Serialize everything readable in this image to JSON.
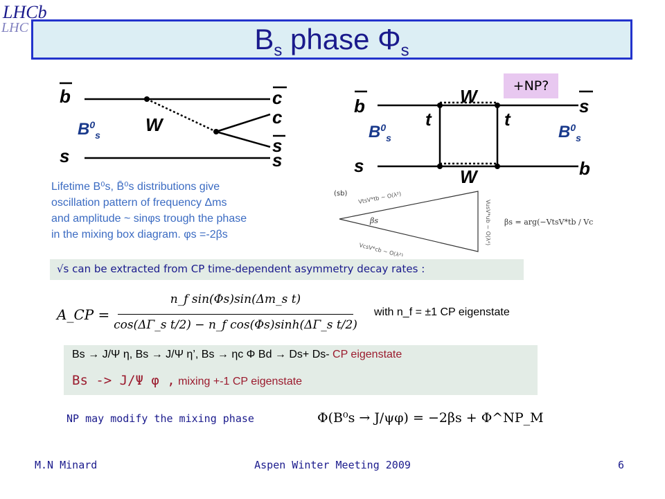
{
  "slide": {
    "title_main": "B",
    "title_sub": "s",
    "title_rest": " phase Φ",
    "title_sub2": "s",
    "logo_text": "LHCb"
  },
  "diagram_left": {
    "b": "b",
    "s": "s",
    "c1": "c",
    "c2": "c",
    "s1": "s",
    "s2": "s",
    "W": "W",
    "meson": "B",
    "meson_sup": "0",
    "meson_sub": "s"
  },
  "diagram_right": {
    "np_label": "+NP?",
    "b": "b",
    "s": "s",
    "t1": "t",
    "t2": "t",
    "W1": "W",
    "W2": "W",
    "s_out": "s",
    "b_out": "b",
    "meson_in": "B",
    "meson_in_sup": "0",
    "meson_in_sub": "s",
    "meson_out": "B",
    "meson_out_sup": "0",
    "meson_out_sub": "s"
  },
  "description": {
    "line1": "Lifetime B⁰s, B̄⁰s distributions give",
    "line2": "oscillation pattern of frequency Δms",
    "line3": "and amplitude ~ sinφs trough the phase",
    "line4": "in the mixing box diagram. φs =-2βs"
  },
  "triangle": {
    "sb": "(sb)",
    "vts": "VtsV*tb ~ O(λ²)",
    "vus": "VusV*ub ~ O(λ⁴)",
    "vcs": "VcsV*cb ~ O(λ²)",
    "beta": "βs",
    "formula": "βs = arg(−VtsV*tb / VcsV*cb)"
  },
  "extract_note": "√s can be extracted from CP time-dependent asymmetry decay rates :",
  "acp": {
    "lhs": "A_CP =",
    "numerator": "n_f sin(Φs)sin(Δm_s t)",
    "denominator": "cos(ΔΓ_s t/2) − n_f cos(Φs)sinh(ΔΓ_s t/2)",
    "note": "with n_f = ±1 CP eigenstate"
  },
  "channels": {
    "line1": "Bs  →  J/Ψ η, Bs  →  J/Ψ η’, Bs  →  ηc Φ Bd  →  Ds+  Ds-",
    "line1_tag": "CP eigenstate",
    "line2_a": "Bs -> J/Ψ φ ,",
    "line2_b": " mixing +-1 CP eigenstate"
  },
  "np_note": "NP may modify the mixing phase",
  "phi_formula": "Φ(B⁰s → J/ψφ) = −2βs + Φ^NP_M",
  "footer": {
    "author": "M.N Minard",
    "meeting": "Aspen Winter Meeting 2009",
    "page": "6"
  },
  "colors": {
    "title_border": "#2233cc",
    "title_bg": "#dceef4",
    "title_text": "#1a1a8c",
    "np_box": "#e8c8f0",
    "desc_text": "#3b6bc2",
    "band_bg": "#e3ece6",
    "cp_tag": "#9b1b2e"
  }
}
